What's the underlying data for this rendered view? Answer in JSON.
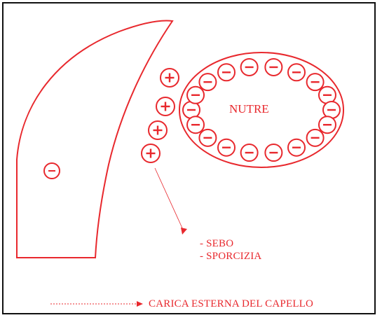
{
  "diagram": {
    "accent_color": "#e8282d",
    "center_label": "NUTRE",
    "list_items": [
      "- SEBO",
      "- SPORCIZIA"
    ],
    "caption": "CARICA ESTERNA DEL CAPELLO",
    "hair_charge": "−",
    "positive_charge": "+",
    "negative_charge": "−"
  }
}
